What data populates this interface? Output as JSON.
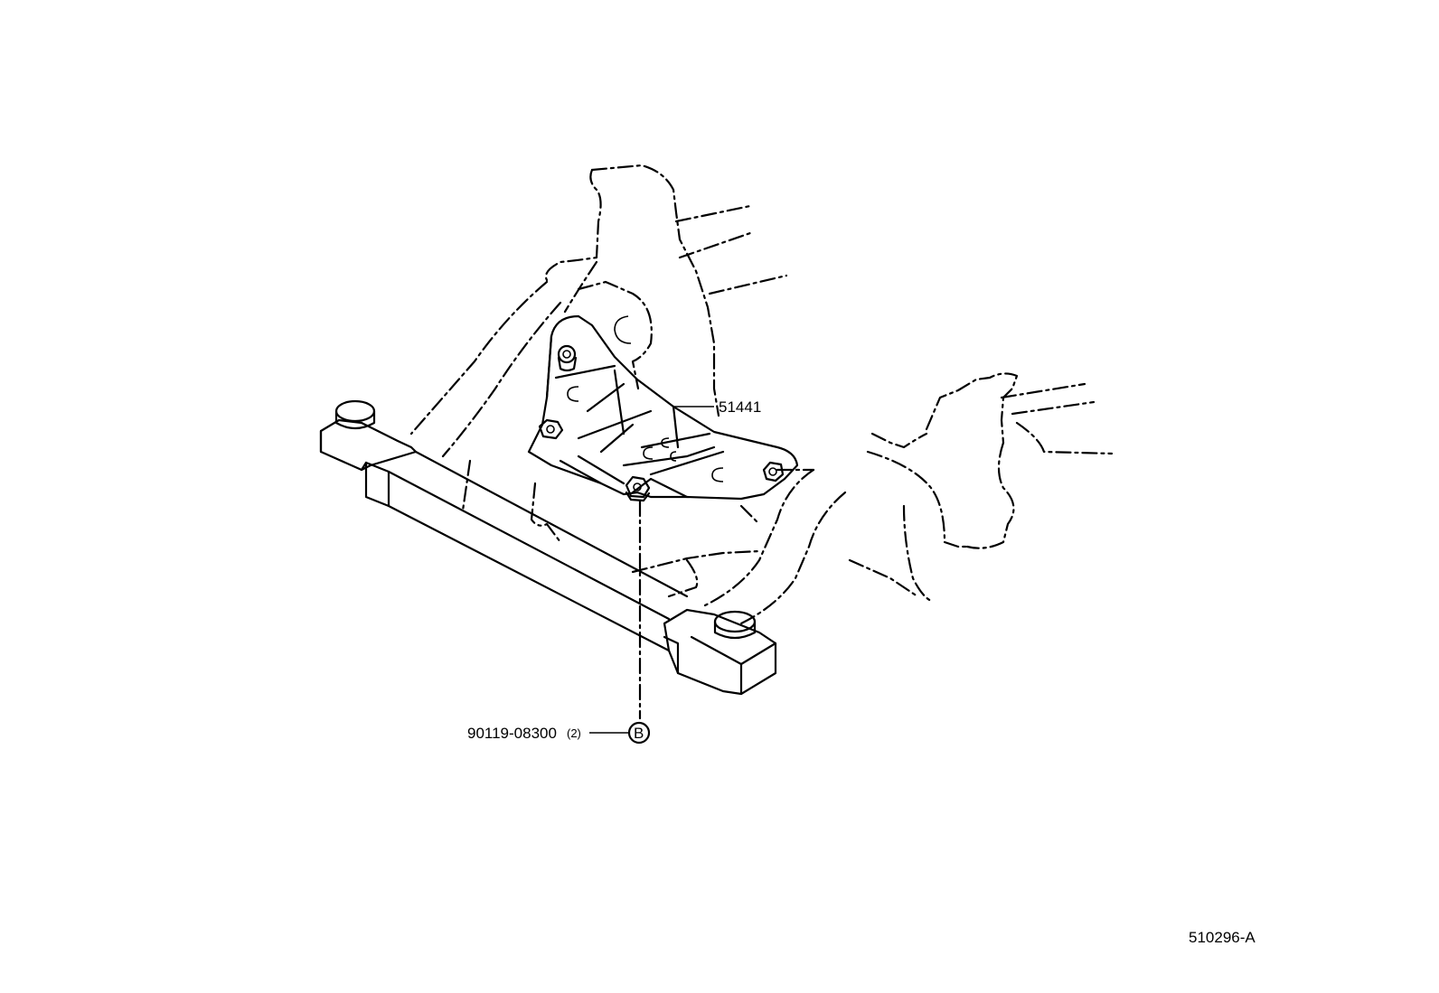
{
  "callouts": {
    "part_main": "51441",
    "bolt_part": "90119-08300",
    "bolt_qty": "(2)",
    "bolt_symbol": "B"
  },
  "drawing_ref": "510296-A"
}
